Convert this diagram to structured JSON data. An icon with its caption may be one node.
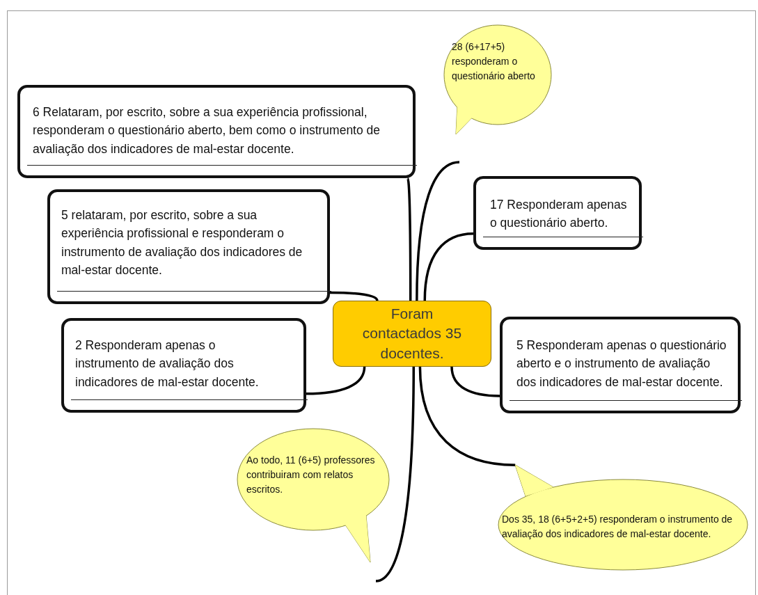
{
  "diagram": {
    "nodes": [
      {
        "text": [
          "Foram contactados 35 docentes."
        ]
      },
      {
        "text": [
          "6 Relataram, por escrito, sobre a sua experiência profissional, responderam o questionário aberto, bem como o instrumento de avaliação dos indicadores de mal-estar docente."
        ]
      },
      {
        "text": [
          "5 relataram, por escrito, sobre a sua experiência profissional e responderam o instrumento de avaliação dos indicadores de mal-estar docente."
        ]
      },
      {
        "text": [
          "2 Responderam apenas o instrumento de avaliação dos indicadores de mal-estar docente."
        ]
      },
      {
        "text": [
          "28 (6+17+5) responderam o questionário aberto"
        ]
      },
      {
        "text": [
          "17 Responderam apenas o questionário aberto."
        ]
      },
      {
        "text": [
          "5 Responderam apenas o questionário aberto e o instrumento de avaliação dos indicadores de mal-estar docente."
        ]
      },
      {
        "text": [
          "Ao todo, 11 (6+5) professores contribuiram com relatos escritos."
        ]
      },
      {
        "text": [
          "Dos 35, 18 (6+5+2+5) responderam o instrumento de avaliação dos indicadores de mal-estar docente."
        ]
      }
    ],
    "edges": [
      {
        "from": 0,
        "to": 1,
        "arrow": "none"
      },
      {
        "from": 0,
        "to": 2,
        "arrow": "none"
      },
      {
        "from": 0,
        "to": 3,
        "arrow": "none"
      },
      {
        "from": 0,
        "to": 5,
        "arrow": "none"
      },
      {
        "from": 0,
        "to": 6,
        "arrow": "none"
      },
      {
        "from": 0,
        "to": null,
        "arrow": "none"
      },
      {
        "from": 0,
        "to": 8,
        "arrow": "none"
      },
      {
        "from": 0,
        "to": null,
        "arrow": "none"
      }
    ]
  }
}
